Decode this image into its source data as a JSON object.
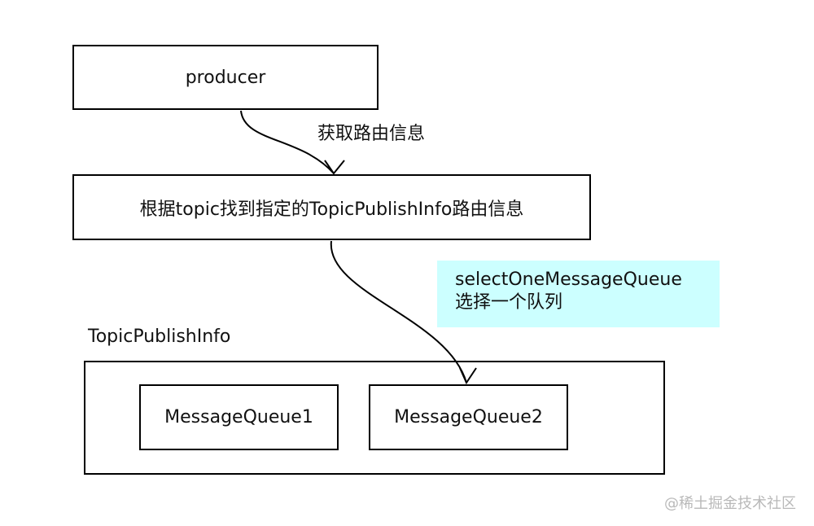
{
  "nodes": {
    "producer": "producer",
    "route_lookup": "根据topic找到指定的TopicPublishInfo路由信息",
    "container_title": "TopicPublishInfo",
    "queue1": "MessageQueue1",
    "queue2": "MessageQueue2"
  },
  "edges": {
    "producer_to_route": "获取路由信息",
    "route_to_queue_line1": "selectOneMessageQueue",
    "route_to_queue_line2": "选择一个队列"
  },
  "colors": {
    "note_background": "#ccffff",
    "border": "#000000"
  },
  "watermark": "@稀土掘金技术社区"
}
